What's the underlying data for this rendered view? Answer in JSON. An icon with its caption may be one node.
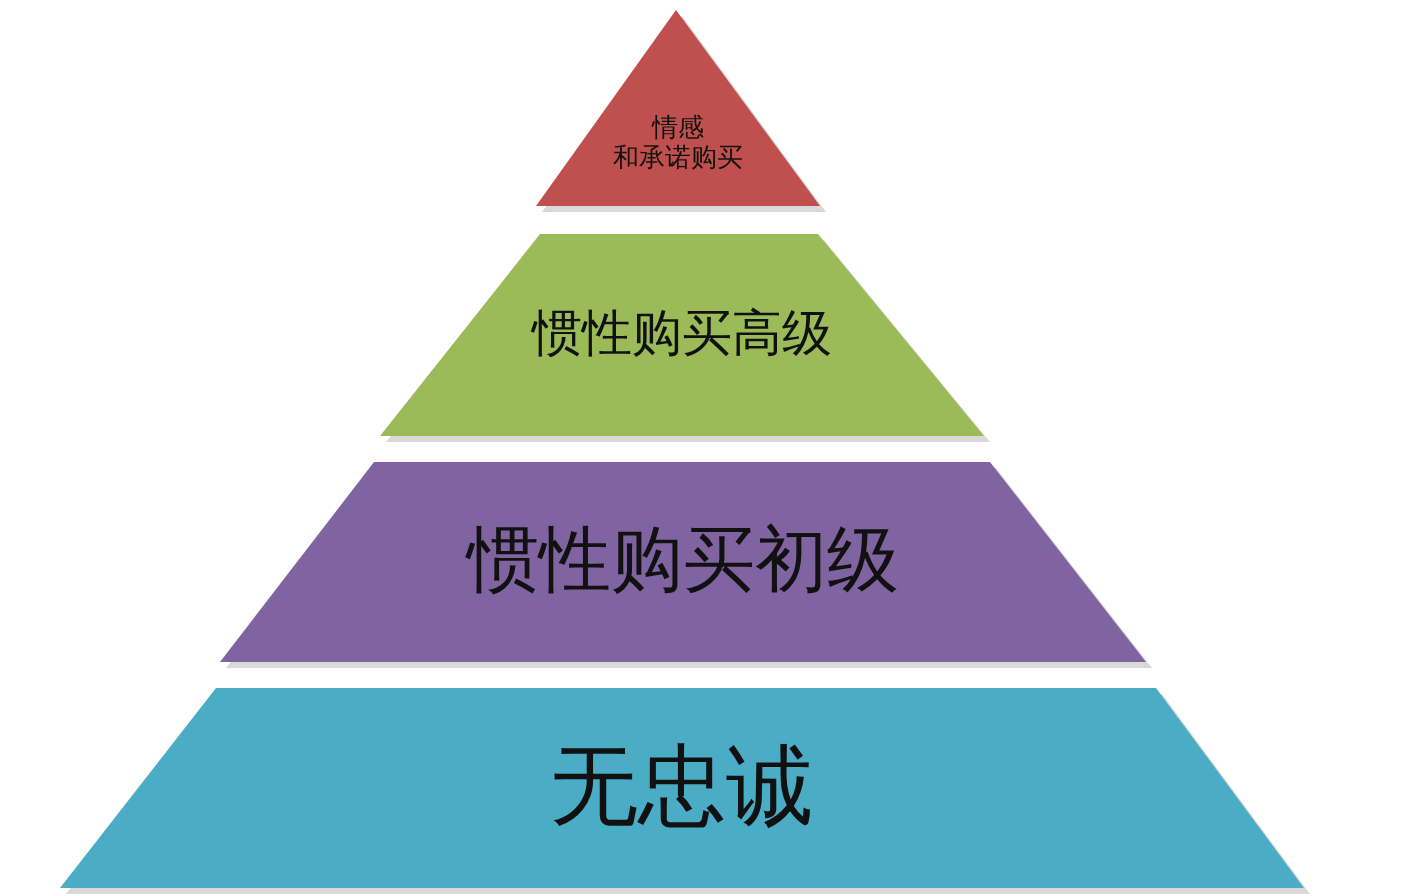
{
  "diagram": {
    "nodes": [
      {
        "text": [
          "情感",
          "和承诺购买"
        ]
      },
      {
        "text": [
          "惯性购买高级"
        ]
      },
      {
        "text": [
          "惯性购买初级"
        ]
      },
      {
        "text": [
          "无忠诚"
        ]
      }
    ]
  }
}
